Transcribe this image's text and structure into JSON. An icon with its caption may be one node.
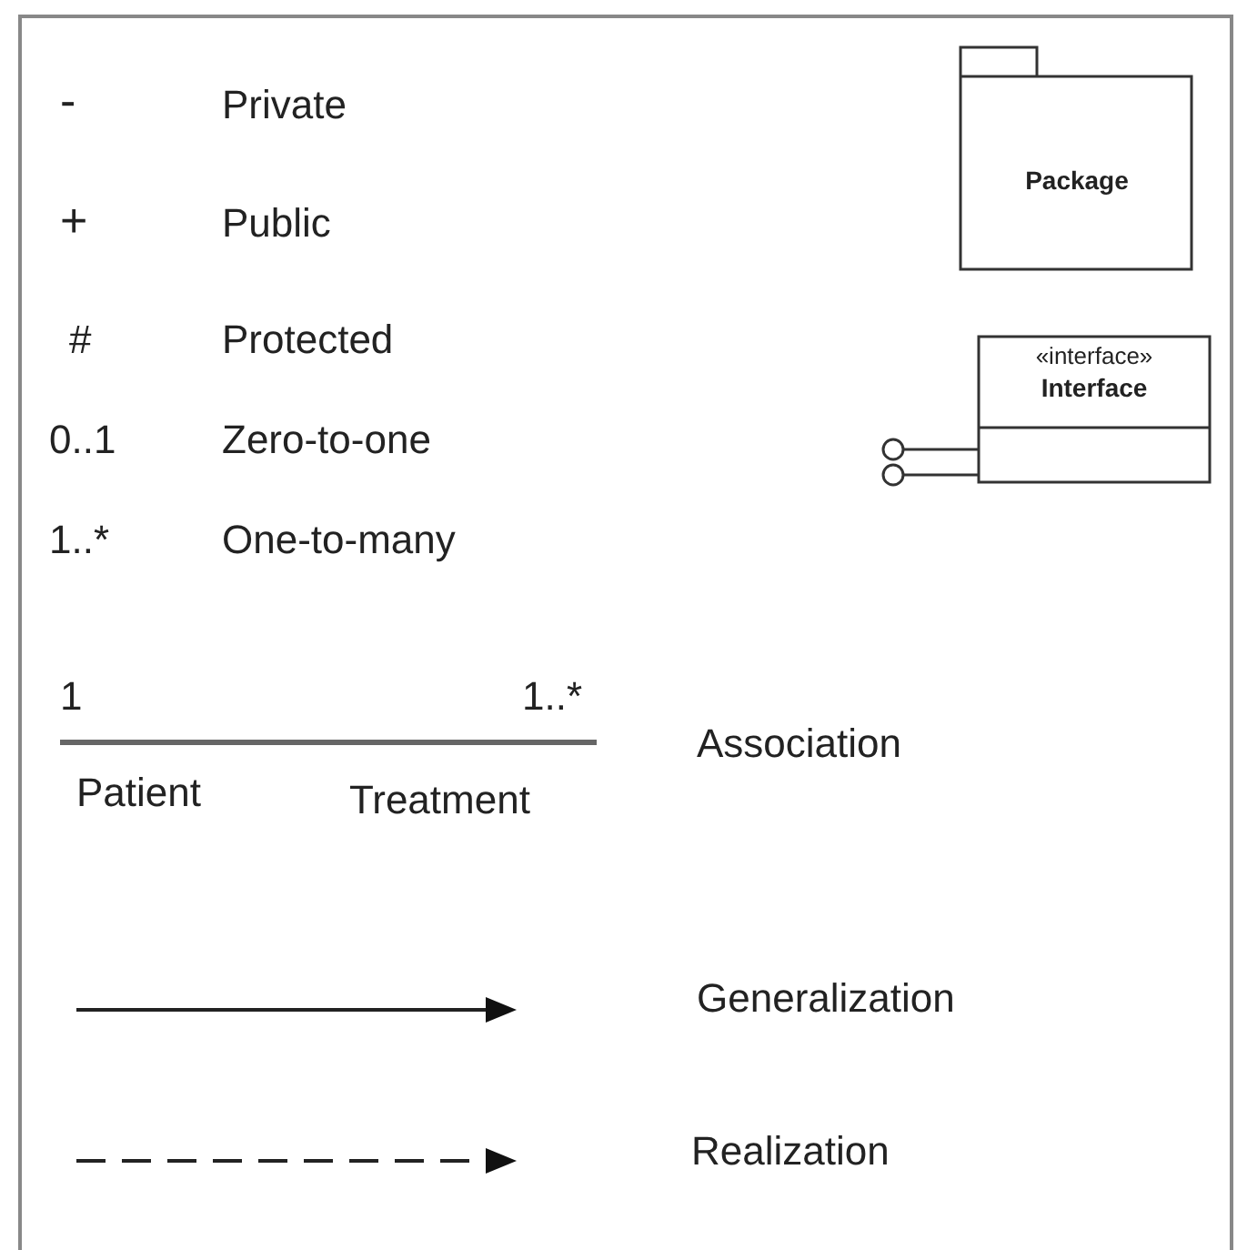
{
  "diagram": {
    "nodes": [
      {
        "text": [
          "Package"
        ]
      },
      {
        "text": [
          "«interface»",
          "Interface"
        ]
      }
    ],
    "labels": [
      "-",
      "Private",
      "+",
      "Public",
      "#",
      "Protected",
      "0..1",
      "Zero-to-one",
      "1..*",
      "One-to-many",
      "1",
      "1..*",
      "Patient",
      "Treatment"
    ],
    "legend": [
      {
        "text": "Association"
      },
      {
        "text": "Generalization"
      },
      {
        "text": "Realization"
      }
    ]
  }
}
